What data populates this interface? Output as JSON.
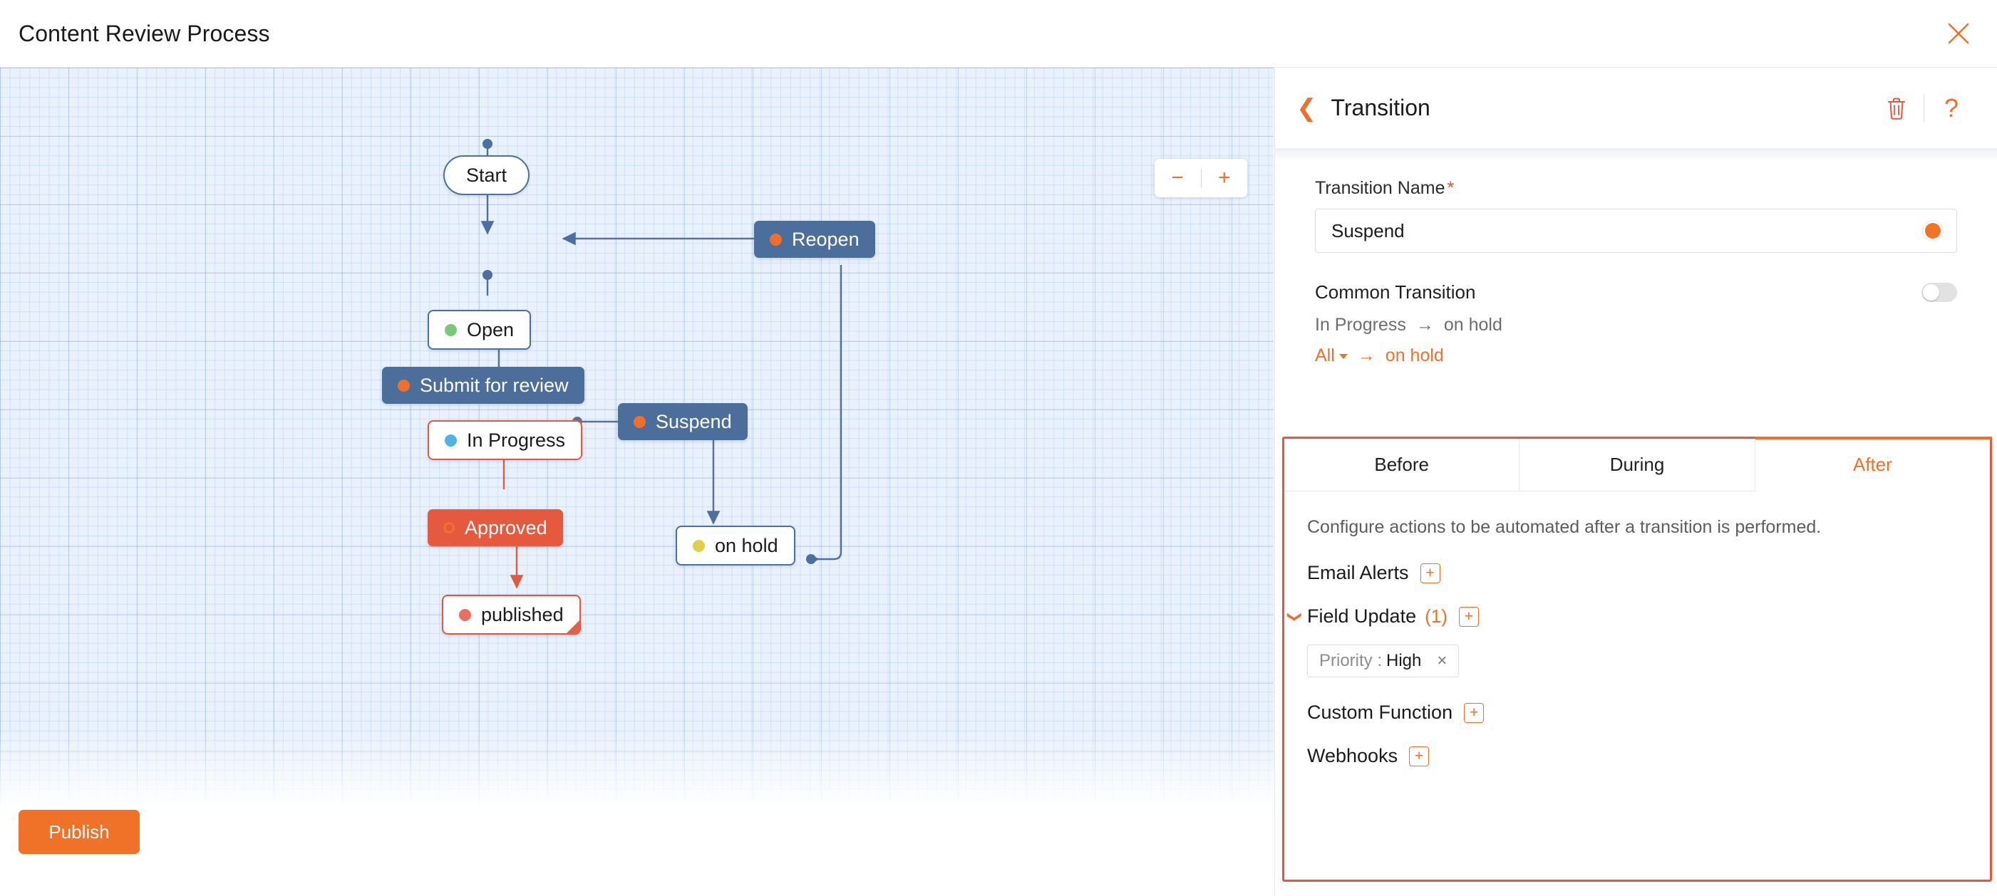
{
  "topbar": {
    "title": "Content Review Process",
    "close_icon": "close-icon"
  },
  "canvas": {
    "zoom_out_label": "−",
    "zoom_in_label": "+",
    "publish_label": "Publish",
    "nodes": [
      {
        "id": "start",
        "label": "Start",
        "type": "start",
        "dot": "none"
      },
      {
        "id": "open",
        "label": "Open",
        "type": "state",
        "dot": "#7ac87a"
      },
      {
        "id": "submit",
        "label": "Submit for review",
        "type": "transition",
        "dot": "#f0702b"
      },
      {
        "id": "inprogress",
        "label": "In Progress",
        "type": "state",
        "dot": "#4db3e5"
      },
      {
        "id": "approved",
        "label": "Approved",
        "type": "transition",
        "dot": "ring"
      },
      {
        "id": "published",
        "label": "published",
        "type": "end",
        "dot": "#e8705f"
      },
      {
        "id": "reopen",
        "label": "Reopen",
        "type": "transition",
        "dot": "#f0702b"
      },
      {
        "id": "suspend",
        "label": "Suspend",
        "type": "transition",
        "dot": "#f0702b"
      },
      {
        "id": "onhold",
        "label": "on hold",
        "type": "state",
        "dot": "#e0cf4a"
      }
    ]
  },
  "panel": {
    "back_icon": "back-chevron-icon",
    "title": "Transition",
    "delete_icon": "trash-icon",
    "help_icon": "help-icon",
    "help_label": "?",
    "transition_name_label": "Transition Name",
    "required_marker": "*",
    "transition_name_value": "Suspend",
    "transition_color": "#f07326",
    "common_transition_label": "Common Transition",
    "common_transition_on": false,
    "flow_from": "In Progress",
    "flow_arrow": "→",
    "flow_to": "on hold",
    "flow_all_label": "All",
    "flow_all_arrow": "→",
    "flow_all_to": "on hold",
    "tabs": [
      {
        "id": "before",
        "label": "Before",
        "active": false
      },
      {
        "id": "during",
        "label": "During",
        "active": false
      },
      {
        "id": "after",
        "label": "After",
        "active": true
      }
    ],
    "tab_description": "Configure actions to be automated after a transition is performed.",
    "actions": [
      {
        "id": "email-alerts",
        "label": "Email Alerts",
        "count": "",
        "expandable": false,
        "add_label": "+"
      },
      {
        "id": "field-update",
        "label": "Field Update",
        "count": "(1)",
        "expandable": true,
        "add_label": "+"
      },
      {
        "id": "custom-function",
        "label": "Custom Function",
        "count": "",
        "expandable": false,
        "add_label": "+"
      },
      {
        "id": "webhooks",
        "label": "Webhooks",
        "count": "",
        "expandable": false,
        "add_label": "+"
      }
    ],
    "field_update_chip": {
      "key": "Priority :",
      "value": "High",
      "remove_label": "×"
    }
  },
  "colors": {
    "accent": "#f0702b",
    "node_blue": "#4c6e9b",
    "node_red": "#e5593f",
    "selected_border": "#e8553c",
    "canvas_bg": "#e9f1fc"
  }
}
